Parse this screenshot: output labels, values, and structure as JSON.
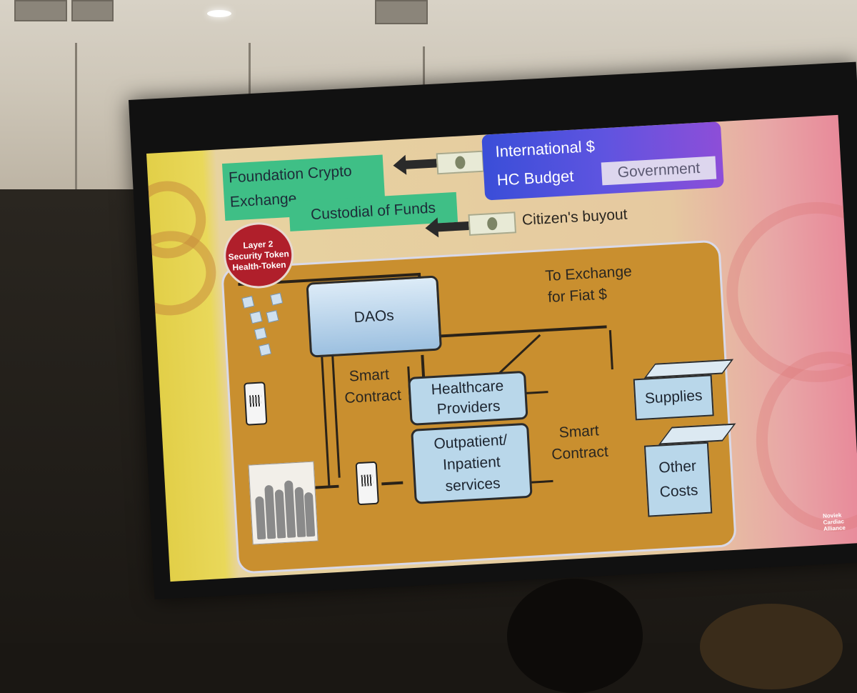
{
  "slide": {
    "foundation_line1": "Foundation Crypto",
    "foundation_line2": "Exchange",
    "custodial": "Custodial of Funds",
    "international_line1": "International $",
    "international_line2": "HC Budget",
    "government": "Government",
    "citizen_buyout": "Citizen's buyout",
    "token_line1": "Layer 2",
    "token_line2": "Security Token",
    "token_line3": "Health-Token",
    "daos": "DAOs",
    "to_exchange_line1": "To Exchange",
    "to_exchange_line2": "for Fiat $",
    "smart_contract_1_line1": "Smart",
    "smart_contract_1_line2": "Contract",
    "healthcare_line1": "Healthcare",
    "healthcare_line2": "Providers",
    "supplies": "Supplies",
    "outpatient_line1": "Outpatient/",
    "outpatient_line2": "Inpatient",
    "outpatient_line3": "services",
    "smart_contract_2_line1": "Smart",
    "smart_contract_2_line2": "Contract",
    "other_costs_line1": "Other",
    "other_costs_line2": "Costs",
    "logo_line1": "Noviek",
    "logo_line2": "Cardiac",
    "logo_line3": "Alliance"
  },
  "colors": {
    "accent_green": "#3fbf86",
    "accent_blue": "#3a4ed8",
    "token_red": "#b01f2b",
    "panel_orange": "#c98f2f",
    "box_blue": "#b9d7ea"
  }
}
